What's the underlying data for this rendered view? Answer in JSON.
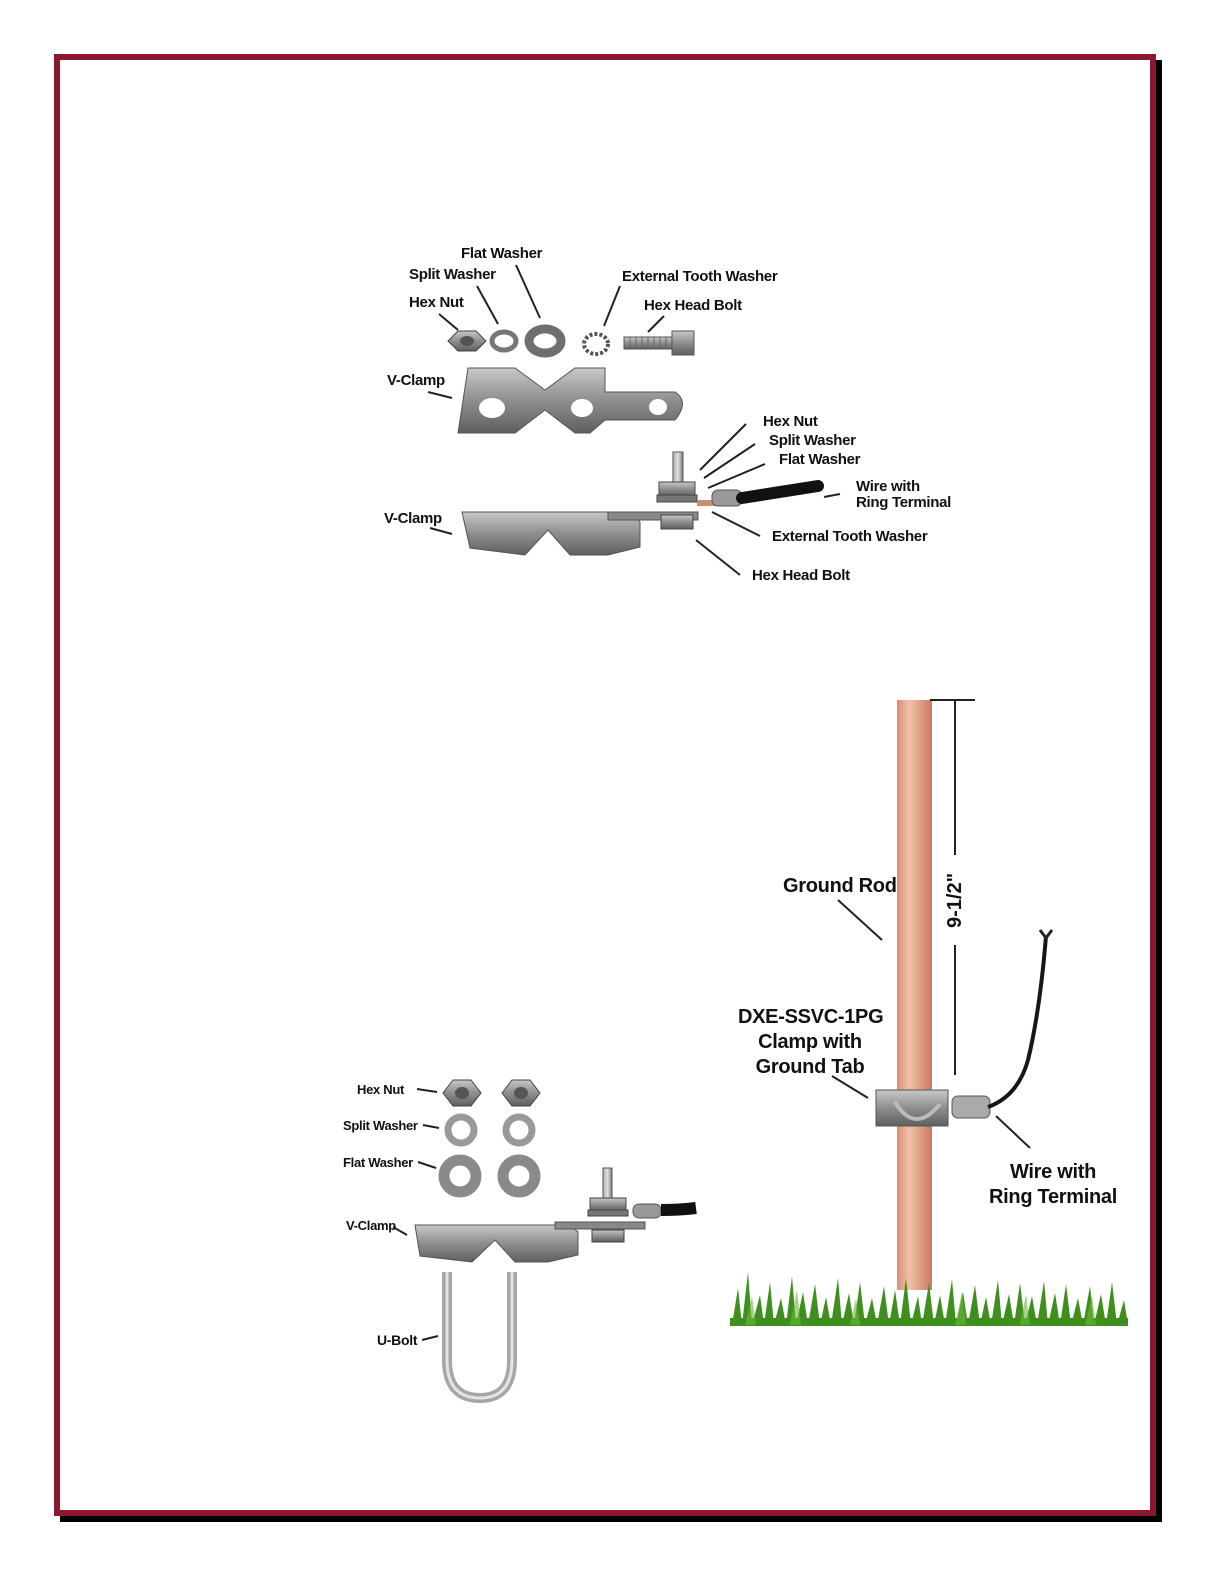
{
  "top_diagram": {
    "labels": {
      "flat_washer": "Flat Washer",
      "split_washer": "Split Washer",
      "hex_nut": "Hex Nut",
      "external_tooth_washer": "External Tooth Washer",
      "hex_head_bolt": "Hex Head Bolt",
      "v_clamp_a": "V-Clamp",
      "v_clamp_b": "V-Clamp",
      "hex_nut_2": "Hex Nut",
      "split_washer_2": "Split Washer",
      "flat_washer_2": "Flat Washer",
      "wire_line1": "Wire with",
      "wire_line2": "Ring Terminal",
      "external_tooth_washer_2": "External Tooth Washer",
      "hex_head_bolt_2": "Hex Head Bolt"
    }
  },
  "bottom_left_diagram": {
    "labels": {
      "hex_nut": "Hex Nut",
      "split_washer": "Split Washer",
      "flat_washer": "Flat Washer",
      "v_clamp": "V-Clamp",
      "u_bolt": "U-Bolt"
    }
  },
  "ground_rod_diagram": {
    "labels": {
      "ground_rod": "Ground Rod",
      "dimension": "9-1/2\"",
      "product_line1": "DXE-SSVC-1PG",
      "product_line2": "Clamp with",
      "product_line3": "Ground Tab",
      "wire_line1": "Wire with",
      "wire_line2": "Ring Terminal"
    }
  },
  "colors": {
    "frame_border": "#8c1731",
    "frame_shadow": "#000000",
    "rod": "#e7a68f",
    "grass": "#3f8f1e",
    "metal": "#9a9a9a"
  }
}
